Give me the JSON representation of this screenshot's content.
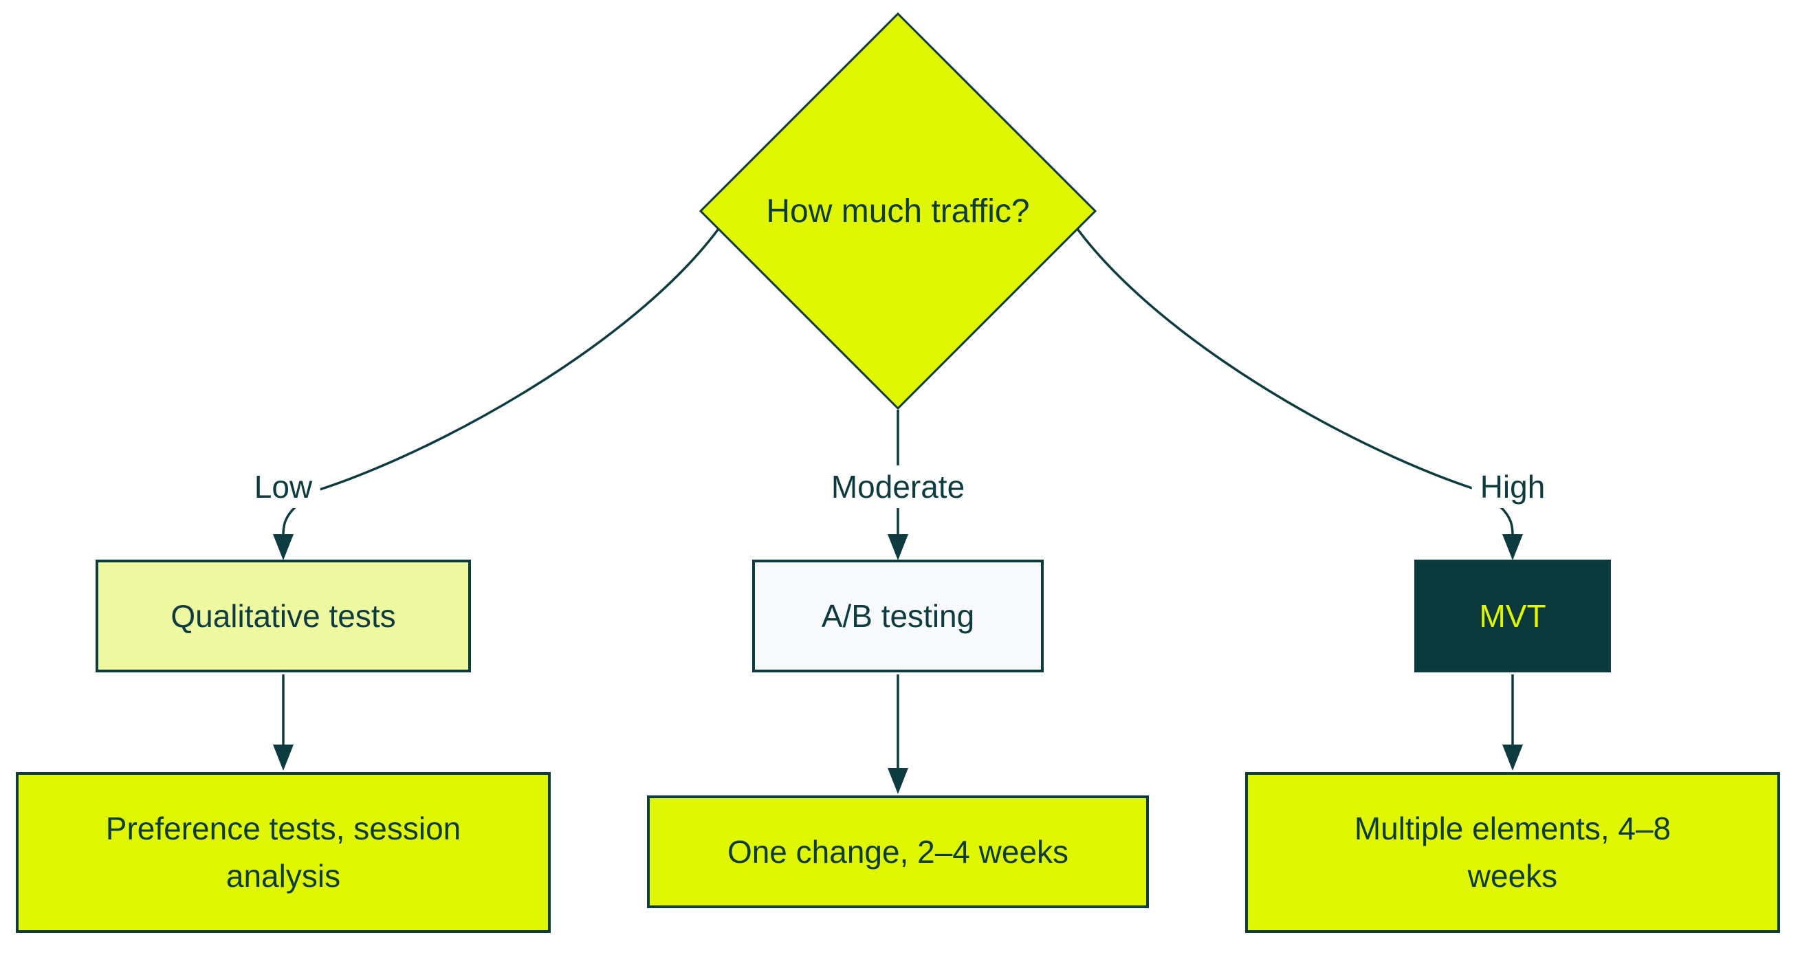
{
  "flowchart": {
    "type": "decision-tree",
    "question": "How much traffic?",
    "branches": [
      {
        "edge_label": "Low",
        "method": "Qualitative tests",
        "outcome": "Preference tests, session analysis"
      },
      {
        "edge_label": "Moderate",
        "method": "A/B testing",
        "outcome": "One change, 2–4 weeks"
      },
      {
        "edge_label": "High",
        "method": "MVT",
        "outcome": "Multiple elements, 4–8 weeks"
      }
    ],
    "colors": {
      "background": "#FFFFFF",
      "ink": "#0E3B40",
      "bright_chartreuse": "#DFF702",
      "pale_chartreuse": "#EDF8A1",
      "light_gray": "#F7F9FA",
      "dark_teal": "#0B393B",
      "mvt_text": "#DFF702"
    }
  }
}
